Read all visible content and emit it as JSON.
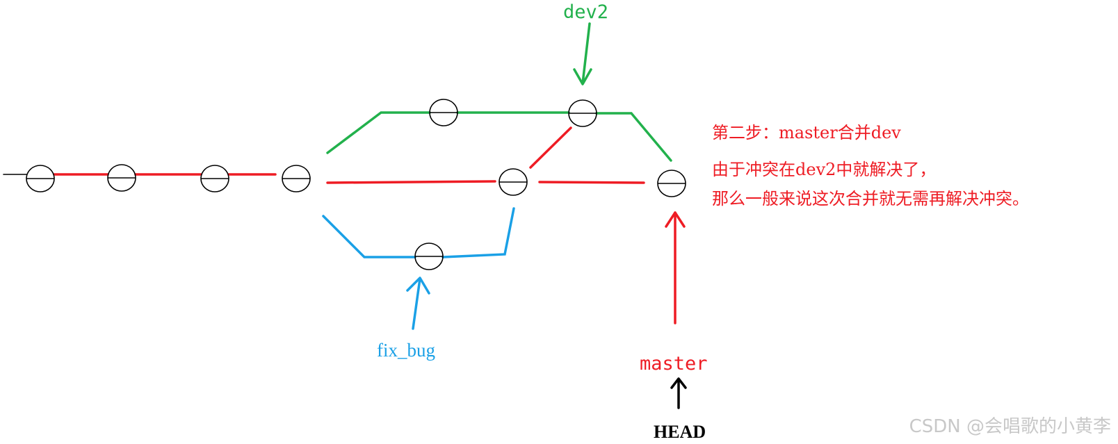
{
  "labels": {
    "dev2": "dev2",
    "fix_bug": "fix_bug",
    "master": "master",
    "head": "HEAD"
  },
  "note": {
    "line1": "第二步：master合并dev",
    "line2": "由于冲突在dev2中就解决了，",
    "line3": "那么一般来说这次合并就无需再解决冲突。"
  },
  "watermark": "CSDN @会唱歌的小黄李",
  "colors": {
    "master_branch": "#ee1c24",
    "dev2_branch": "#22b14c",
    "fix_bug_branch": "#1aa0e6",
    "commit_outline": "#000000",
    "head_arrow": "#000000",
    "watermark": "#c8c8c8"
  },
  "icons": {
    "commit": "commit-node-icon",
    "pointer": "arrow-up-icon"
  }
}
